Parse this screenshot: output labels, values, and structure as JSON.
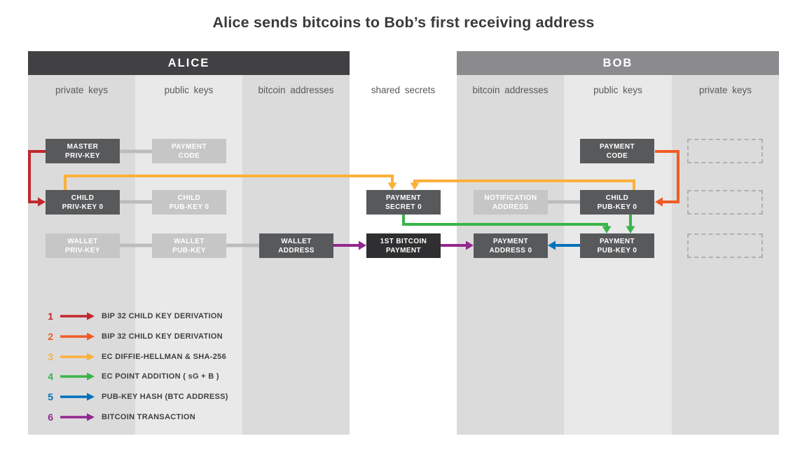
{
  "title": "Alice sends bitcoins to Bob’s first receiving address",
  "alice": {
    "title": "ALICE",
    "columns": [
      "private keys",
      "public keys",
      "bitcoin addresses"
    ],
    "boxes": {
      "master_priv_key": "MASTER\nPRIV-KEY",
      "payment_code": "PAYMENT\nCODE",
      "child_priv_key": "CHILD\nPRIV-KEY 0",
      "child_pub_key": "CHILD\nPUB-KEY 0",
      "wallet_priv_key": "WALLET\nPRIV-KEY",
      "wallet_pub_key": "WALLET\nPUB-KEY",
      "wallet_address": "WALLET\nADDRESS"
    }
  },
  "shared": {
    "column": "shared secrets",
    "boxes": {
      "payment_secret": "PAYMENT\nSECRET 0",
      "first_bitcoin_payment": "1ST BITCOIN\nPAYMENT"
    }
  },
  "bob": {
    "title": "BOB",
    "columns": [
      "bitcoin addresses",
      "public keys",
      "private keys"
    ],
    "boxes": {
      "payment_code": "PAYMENT\nCODE",
      "notification_address": "NOTIFICATION\nADDRESS",
      "child_pub_key": "CHILD\nPUB-KEY 0",
      "payment_address": "PAYMENT\nADDRESS 0",
      "payment_pub_key": "PAYMENT\nPUB-KEY 0"
    }
  },
  "colors": {
    "red": "#c1272d",
    "orange": "#f15a24",
    "yellow": "#fbb03b",
    "green": "#39b54a",
    "blue": "#0071bc",
    "purple": "#93278f",
    "connector": "#bcbcbc"
  },
  "legend": [
    {
      "num": "1",
      "label": "BIP 32 CHILD KEY DERIVATION"
    },
    {
      "num": "2",
      "label": "BIP 32 CHILD KEY DERIVATION"
    },
    {
      "num": "3",
      "label": "EC DIFFIE-HELLMAN & SHA-256"
    },
    {
      "num": "4",
      "label": "EC POINT ADDITION ( sG + B )"
    },
    {
      "num": "5",
      "label": "PUB-KEY HASH (BTC ADDRESS)"
    },
    {
      "num": "6",
      "label": "BITCOIN TRANSACTION"
    }
  ]
}
